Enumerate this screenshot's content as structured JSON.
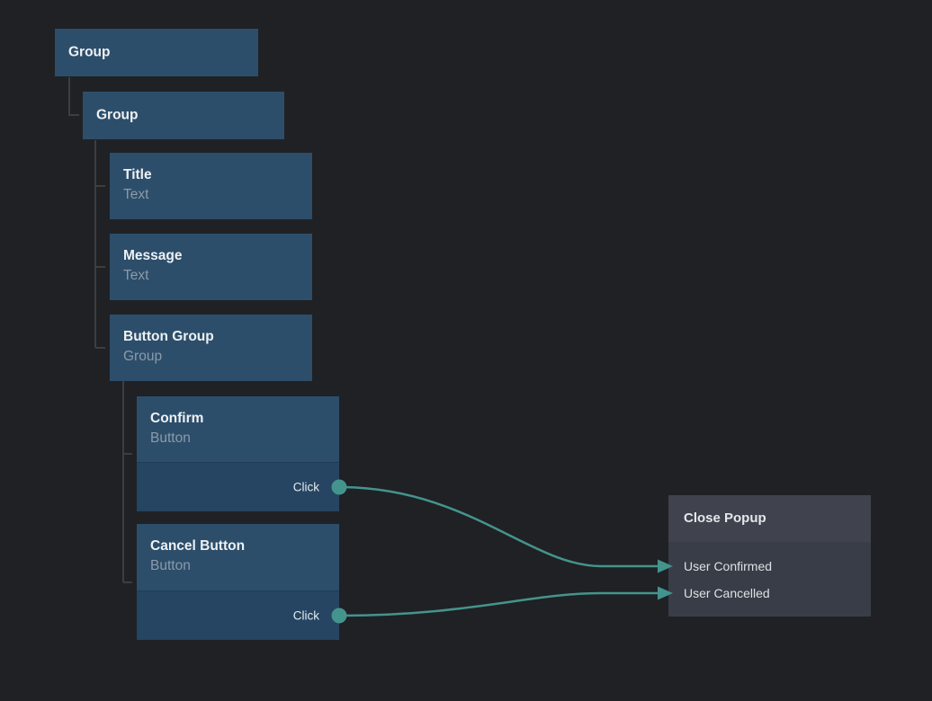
{
  "editor": {
    "kind": "ui-hierarchy-and-event-node-editor"
  },
  "nodes": {
    "group1": {
      "label": "Group"
    },
    "group2": {
      "label": "Group"
    },
    "title": {
      "label": "Title",
      "type": "Text"
    },
    "message": {
      "label": "Message",
      "type": "Text"
    },
    "button_group": {
      "label": "Button Group",
      "type": "Group"
    },
    "confirm": {
      "label": "Confirm",
      "type": "Button",
      "event": "Click"
    },
    "cancel": {
      "label": "Cancel Button",
      "type": "Button",
      "event": "Click"
    },
    "close_popup": {
      "title": "Close Popup",
      "inputs": [
        "User Confirmed",
        "User Cancelled"
      ]
    }
  },
  "connections": [
    {
      "from": "Confirm.Click",
      "to": "Close Popup.User Confirmed"
    },
    {
      "from": "Cancel Button.Click",
      "to": "Close Popup.User Cancelled"
    }
  ],
  "icons": {
    "output_port": "port-dot",
    "input_port": "arrowhead-right"
  },
  "colors": {
    "background": "#202124",
    "node_blue": "#2c4e6b",
    "node_blue_dark": "#254562",
    "action_header_gray": "#40434e",
    "action_body_gray": "#393d47",
    "connection_teal": "#44948e",
    "tree_line_gray": "#3d3e40",
    "label_text": "#eef1f3",
    "sub_text": "#8d9aa8"
  }
}
